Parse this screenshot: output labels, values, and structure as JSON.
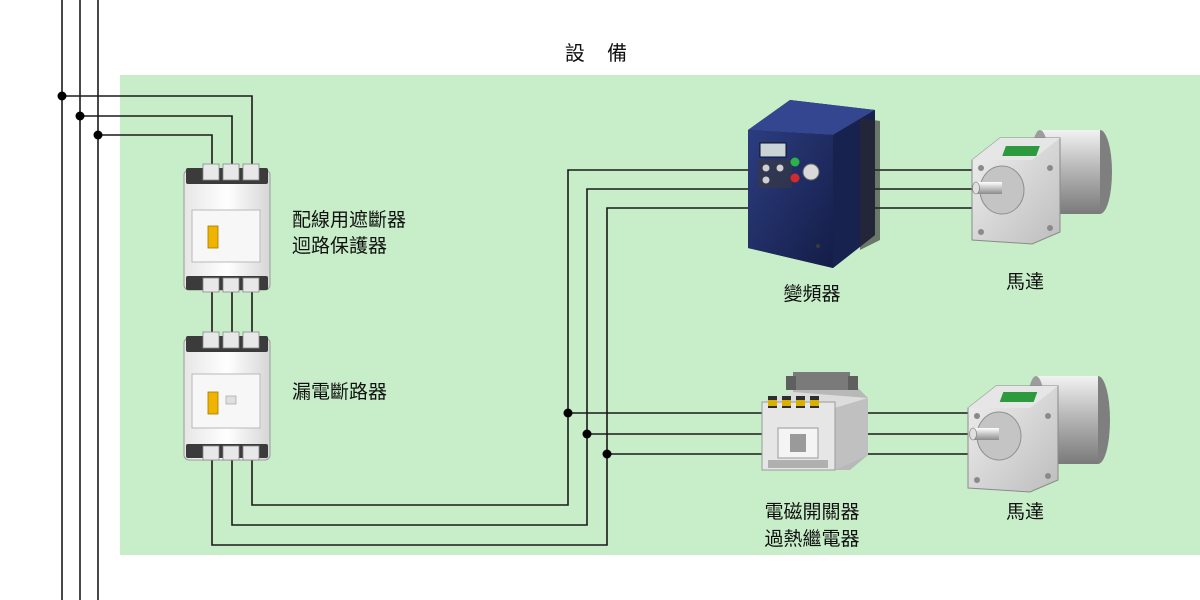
{
  "diagram": {
    "title": "設 備",
    "labels": {
      "mccb_line1": "配線用遮斷器",
      "mccb_line2": "迴路保護器",
      "elcb": "漏電斷路器",
      "inverter": "變頻器",
      "motor_top": "馬達",
      "contactor_line1": "電磁開關器",
      "contactor_line2": "過熱繼電器",
      "motor_bottom": "馬達"
    },
    "colors": {
      "equipment_area": "#c8eec9",
      "wire": "#1a1a1a",
      "inverter_body": "#1f2d66",
      "breaker_body": "#f4f4f4",
      "breaker_lever": "#f0b400",
      "motor_body": "#d9d9d9",
      "motor_label": "#2e9a3e"
    }
  }
}
